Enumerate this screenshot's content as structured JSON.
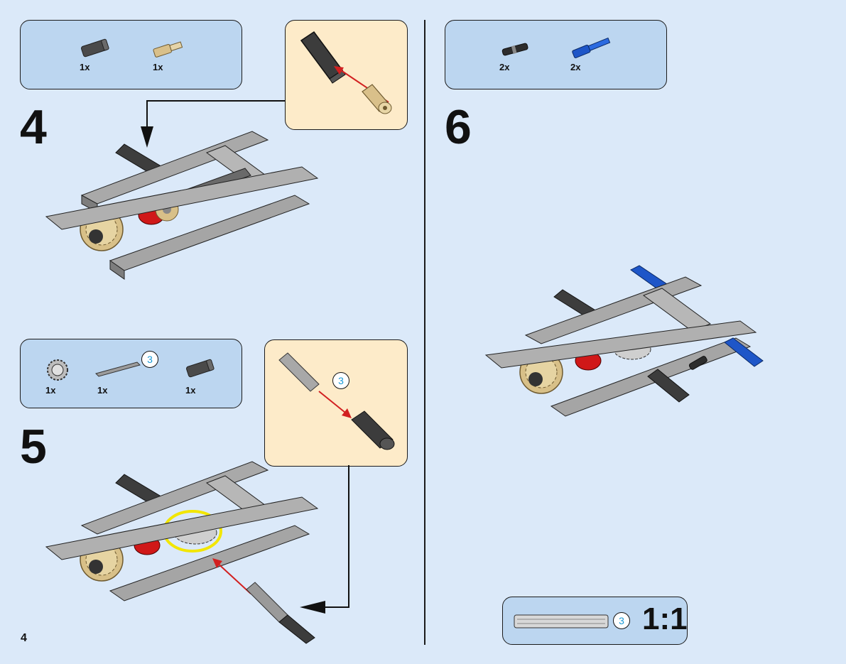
{
  "page_number": "4",
  "steps": [
    {
      "number": "4",
      "parts": [
        {
          "qty": "1x",
          "icon": "black-axle-connector-icon"
        },
        {
          "qty": "1x",
          "icon": "tan-axle-pin-icon"
        }
      ]
    },
    {
      "number": "5",
      "parts": [
        {
          "qty": "1x",
          "icon": "gear-icon"
        },
        {
          "qty": "1x",
          "icon": "axle-3-icon",
          "length": "3"
        },
        {
          "qty": "1x",
          "icon": "black-axle-connector-icon"
        }
      ],
      "callout_length": "3"
    },
    {
      "number": "6",
      "parts": [
        {
          "qty": "2x",
          "icon": "black-pin-icon"
        },
        {
          "qty": "2x",
          "icon": "blue-axle-pin-icon"
        }
      ]
    }
  ],
  "scale_box": {
    "length": "3",
    "scale": "1:1"
  },
  "colors": {
    "background": "#dbe9f9",
    "parts_box": "#bcd6f0",
    "callout": "#fdebc9",
    "length_number": "#1a9ad6",
    "highlight": "#f2e600",
    "arrow_red": "#d22020"
  }
}
